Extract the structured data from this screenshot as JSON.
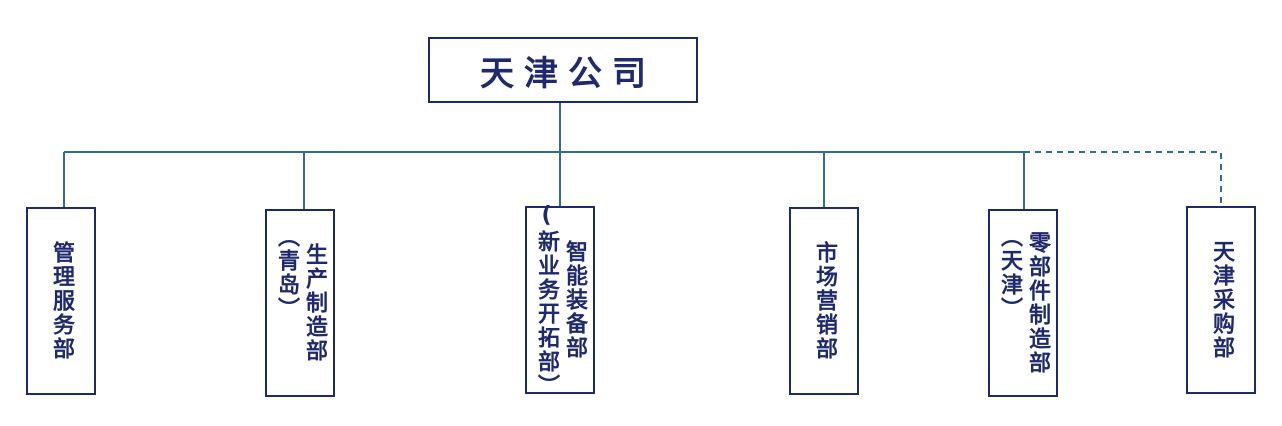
{
  "root": {
    "label": "天津公司"
  },
  "departments": [
    {
      "lines": [
        "管理服务部"
      ]
    },
    {
      "lines": [
        "生产制造部",
        "（青岛）"
      ]
    },
    {
      "lines": [
        "智能装备部",
        "(新业务开拓部）"
      ]
    },
    {
      "lines": [
        "市场营销部"
      ]
    },
    {
      "lines": [
        "零部件制造部",
        "（天津）"
      ]
    },
    {
      "lines": [
        "天津采购部"
      ]
    }
  ],
  "colors": {
    "line": "#2f6f8a",
    "border": "#1f2a6e",
    "text": "#1f2a6e"
  }
}
